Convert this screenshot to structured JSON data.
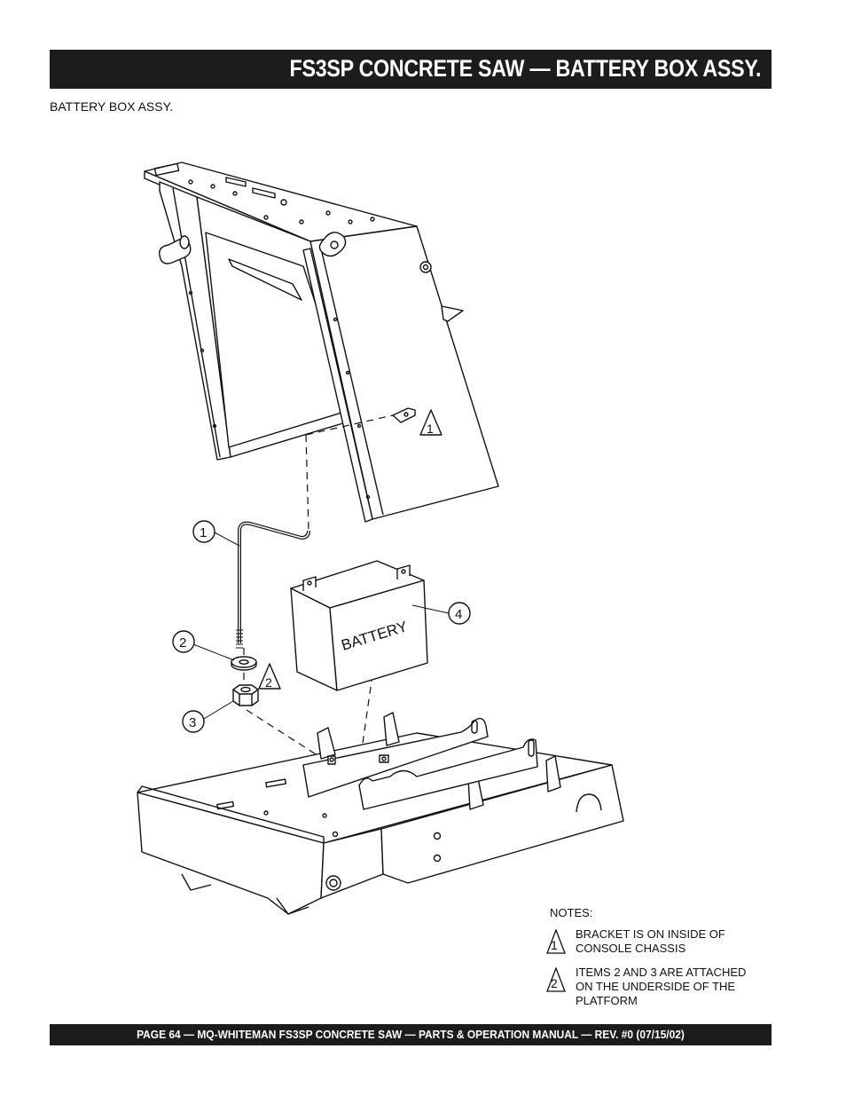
{
  "header": {
    "title": "FS3SP  CONCRETE SAW —  BATTERY BOX ASSY."
  },
  "subtitle": "BATTERY BOX ASSY.",
  "diagram": {
    "battery_label": "BATTERY",
    "callouts": [
      "1",
      "2",
      "3",
      "4"
    ],
    "warning_markers": [
      "1",
      "2"
    ]
  },
  "notes": {
    "heading": "NOTES:",
    "items": [
      {
        "marker": "1",
        "line1": "BRACKET IS ON INSIDE OF",
        "line2": "CONSOLE  CHASSIS",
        "line3": ""
      },
      {
        "marker": "2",
        "line1": "ITEMS 2 AND 3 ARE ATTACHED",
        "line2": "ON THE UNDERSIDE OF THE",
        "line3": "PLATFORM"
      }
    ]
  },
  "footer": {
    "text": "PAGE 64 — MQ-WHITEMAN FS3SP  CONCRETE SAW — PARTS & OPERATION MANUAL — REV. #0 (07/15/02)"
  }
}
